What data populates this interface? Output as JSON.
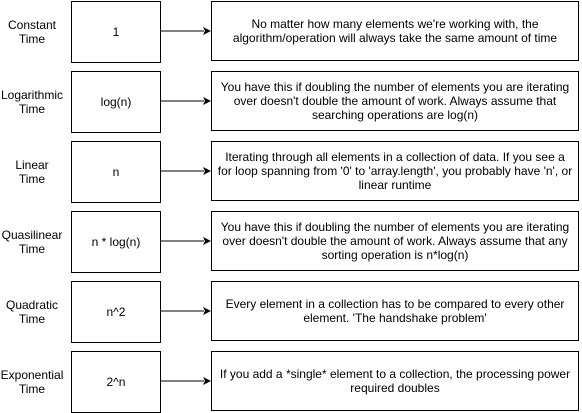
{
  "rows": [
    {
      "label": "Constant\nTime",
      "complexity": "1",
      "description": "No matter how many elements we're working with, the algorithm/operation will always take the same amount of time"
    },
    {
      "label": "Logarithmic\nTime",
      "complexity": "log(n)",
      "description": "You have this if doubling the number of elements you are iterating over doesn't double the amount of work. Always assume that searching operations are log(n)"
    },
    {
      "label": "Linear\nTime",
      "complexity": "n",
      "description": "Iterating through all elements in a collection of data. If you see a for loop spanning from '0' to 'array.length', you probably have 'n', or linear runtime"
    },
    {
      "label": "Quasilinear\nTime",
      "complexity": "n * log(n)",
      "description": "You have this if doubling the number of elements you are iterating over doesn't double the amount of work. Always assume that any sorting operation is n*log(n)"
    },
    {
      "label": "Quadratic\nTime",
      "complexity": "n^2",
      "description": "Every element in a collection has to be compared to every other element. 'The handshake problem'"
    },
    {
      "label": "Exponential\nTime",
      "complexity": "2^n",
      "description": "If you add a *single* element to a collection, the processing power required doubles"
    }
  ]
}
